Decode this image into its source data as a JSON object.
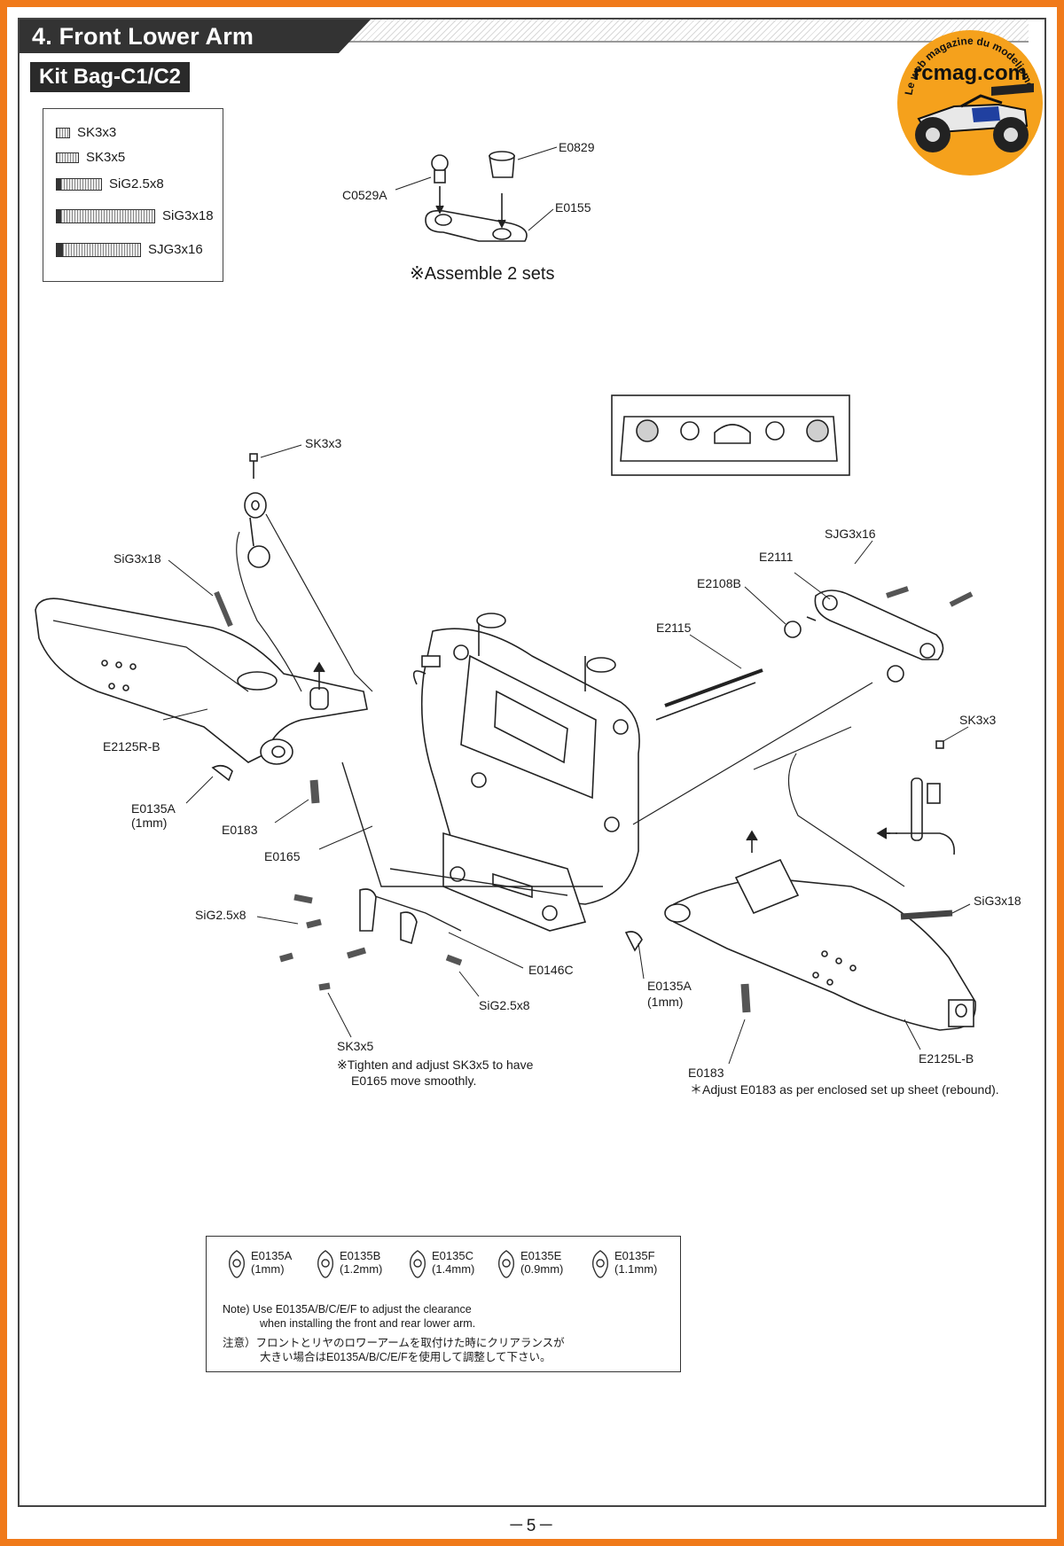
{
  "header": {
    "title": "4. Front Lower Arm",
    "kit_bag": "Kit Bag-C1/C2"
  },
  "screws": [
    {
      "label": "SK3x3",
      "icon": "set-screw-icon"
    },
    {
      "label": "SK3x5",
      "icon": "set-screw-icon"
    },
    {
      "label": "SiG2.5x8",
      "icon": "button-head-screw-icon"
    },
    {
      "label": "SiG3x18",
      "icon": "button-head-screw-icon"
    },
    {
      "label": "SJG3x16",
      "icon": "flat-head-screw-icon"
    }
  ],
  "logo": {
    "arc_text": "Le web magazine du modelisme",
    "brand": "rcmag.com",
    "accent": "#f5a11c"
  },
  "subassembly": {
    "c0529a": "C0529A",
    "e0829": "E0829",
    "e0155": "E0155",
    "assemble": "※Assemble 2 sets"
  },
  "callouts": {
    "sk3x3_top": "SK3x3",
    "sig3x18_left": "SiG3x18",
    "e2125r": "E2125R-B",
    "e0135a_left": "E0135A",
    "e0135a_left_size": "(1mm)",
    "e0183_left": "E0183",
    "e0165": "E0165",
    "sig25x8_left": "SiG2.5x8",
    "e0146c": "E0146C",
    "sig25x8_bottom": "SiG2.5x8",
    "sk3x5": "SK3x5",
    "sk3x5_note_1": "※Tighten and adjust SK3x5 to have",
    "sk3x5_note_2": "E0165 move smoothly.",
    "sjg3x16": "SJG3x16",
    "e2111": "E2111",
    "e2108b": "E2108B",
    "e2115": "E2115",
    "sk3x3_right": "SK3x3",
    "sig3x18_right": "SiG3x18",
    "e0135a_right": "E0135A",
    "e0135a_right_size": "(1mm)",
    "e2125l": "E2125L-B",
    "e0183_right": "E0183",
    "e0183_note": "＊Adjust E0183 as per enclosed set up sheet (rebound)."
  },
  "spacers": [
    {
      "code": "E0135A",
      "size": "(1mm)"
    },
    {
      "code": "E0135B",
      "size": "(1.2mm)"
    },
    {
      "code": "E0135C",
      "size": "(1.4mm)"
    },
    {
      "code": "E0135E",
      "size": "(0.9mm)"
    },
    {
      "code": "E0135F",
      "size": "(1.1mm)"
    }
  ],
  "box_note": {
    "en_1": "Note)  Use E0135A/B/C/E/F to adjust the clearance",
    "en_2": "when installing the front and rear lower arm.",
    "jp_1": "注意）フロントとリヤのロワーアームを取付けた時にクリアランスが",
    "jp_2": "大きい場合はE0135A/B/C/E/Fを使用して調整して下さい。"
  },
  "page_number": "－5－"
}
